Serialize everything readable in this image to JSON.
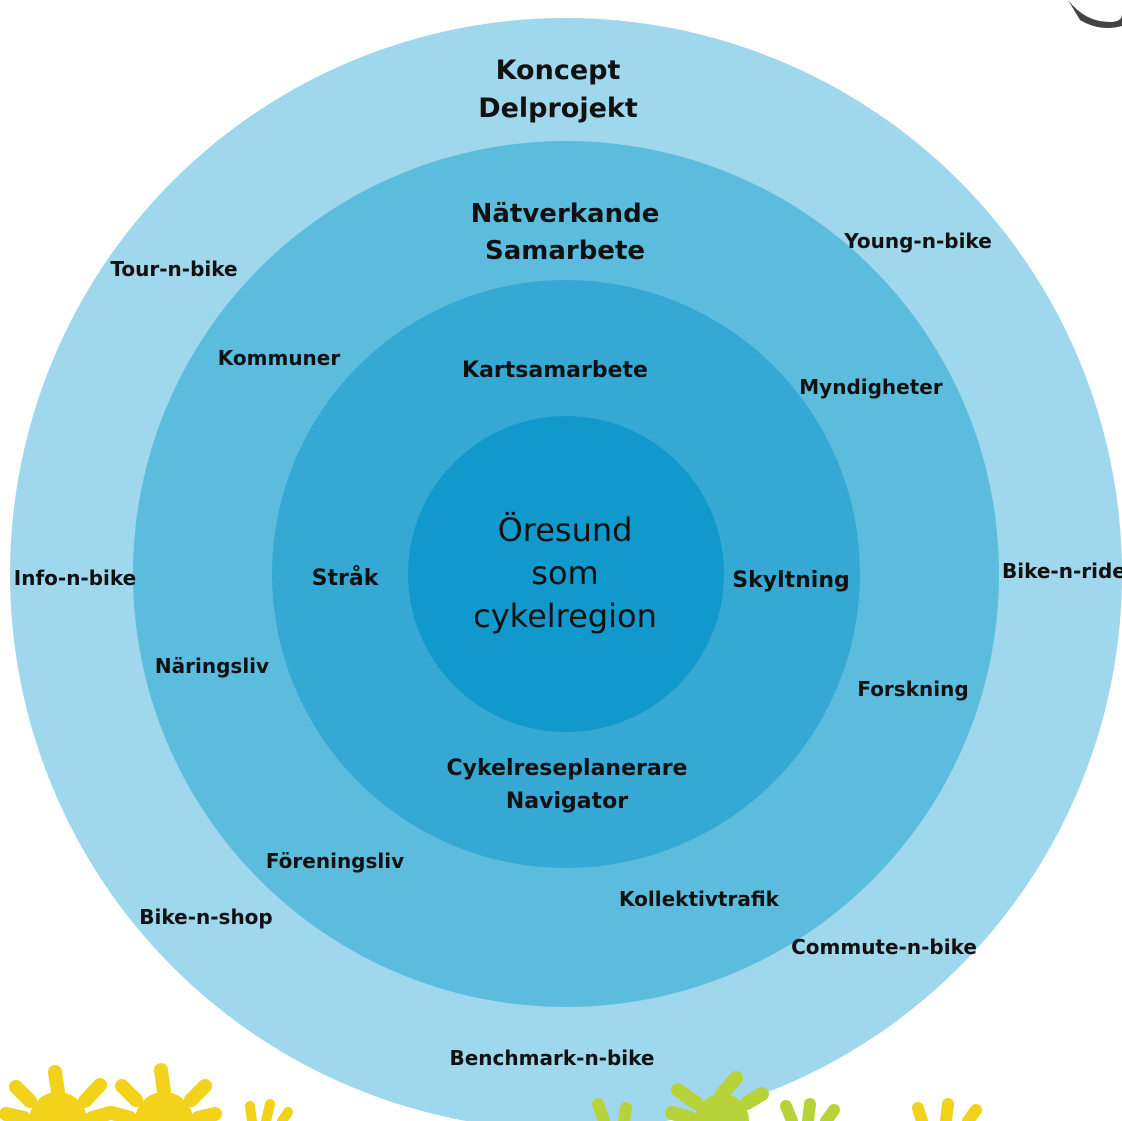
{
  "colors": {
    "ring_outer": "#9fd7ec",
    "ring_middle": "#5bbcde",
    "ring_inner": "#36a8d4",
    "core": "#1199cb",
    "sun_yellow": "#f2d21a",
    "sun_green": "#b8d23a",
    "title_text": "#222222"
  },
  "outer_ring": {
    "heading": [
      "Koncept",
      "Delprojekt"
    ],
    "items": [
      "Young-n-bike",
      "Tour-n-bike",
      "Info-n-bike",
      "Bike-n-ride",
      "Bike-n-shop",
      "Commute-n-bike",
      "Benchmark-n-bike"
    ]
  },
  "middle_ring": {
    "heading": [
      "Nätverkande",
      "Samarbete"
    ],
    "items": [
      "Kommuner",
      "Myndigheter",
      "Näringsliv",
      "Forskning",
      "Föreningsliv",
      "Kollektivtrafik"
    ]
  },
  "inner_ring": {
    "items": [
      "Kartsamarbete",
      "Stråk",
      "Skyltning"
    ],
    "bottom": [
      "Cykelreseplanerare",
      "Navigator"
    ]
  },
  "core": {
    "lines": [
      "Öresund",
      "som",
      "cykelregion"
    ]
  },
  "decorations": {
    "icon_sun": "sun-icon"
  }
}
